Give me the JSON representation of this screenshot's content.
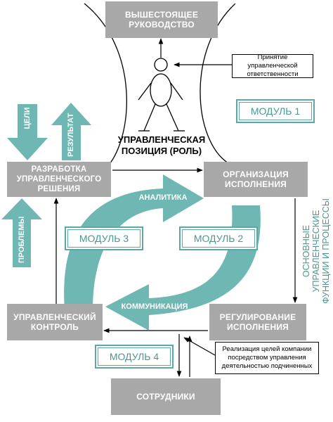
{
  "top_box": "ВЫШЕСТОЯЩЕЕ\nРУКОВОДСТВО",
  "responsibility_note": "Принятие управленческой\nответственности",
  "role_label": "УПРАВЛЕНЧЕСКАЯ\nПОЗИЦИЯ (РОЛЬ)",
  "module1": "МОДУЛЬ 1",
  "module2": "МОДУЛЬ 2",
  "module3": "МОДУЛЬ 3",
  "module4": "МОДУЛЬ 4",
  "goals_arrow": "ЦЕЛИ",
  "result_arrow": "РЕЗУЛЬТАТ",
  "problems_arrow": "ПРОБЛЕМЫ",
  "decision_box": "РАЗРАБОТКА\nУПРАВЛЕНЧЕСКОГО\nРЕШЕНИЯ",
  "organization_box": "ОРГАНИЗАЦИЯ\nИСПОЛНЕНИЯ",
  "control_box": "УПРАВЛЕНЧЕСКИЙ\nКОНТРОЛЬ",
  "regulation_box": "РЕГУЛИРОВАНИЕ\nИСПОЛНЕНИЯ",
  "analytics_label": "АНАЛИТИКА",
  "communication_label": "КОММУНИКАЦИЯ",
  "side_label": "ОСНОВНЫЕ УПРАВЛЕНЧЕСКИЕ\nФУНКЦИИ И ПРОЦЕССЫ",
  "goals_note": "Реализация целей компании\nпосредством управления\nдеятельностью подчиненных",
  "employees_box": "СОТРУДНИКИ",
  "colors": {
    "teal": "#6fb7b2",
    "teal_text": "#4a9893",
    "gray_box": "#a8a8a8"
  }
}
